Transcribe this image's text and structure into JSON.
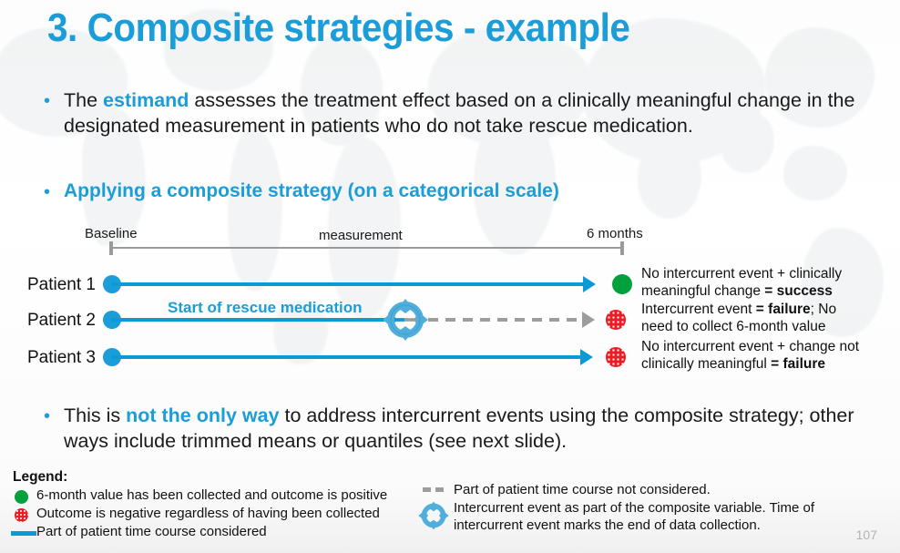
{
  "slide": {
    "title": "3. Composite strategies - example",
    "page_number": "107",
    "accent_color": "#1B9DD9",
    "line_color": "#0C9AD6",
    "success_color": "#00A03C",
    "failure_color": "#ED1C24",
    "dashed_color": "#9D9D9D"
  },
  "bullets": {
    "b1": {
      "pre": "The ",
      "highlight": "estimand",
      "post": " assesses the treatment effect based on a clinically meaningful change in the designated measurement in patients who do not take rescue medication."
    },
    "b2": {
      "text": "Applying a composite strategy (on a categorical scale)"
    },
    "b3": {
      "pre": "This is ",
      "highlight": "not the only way",
      "post": " to address intercurrent events using the composite strategy; other ways include trimmed means or quantiles (see next slide)."
    }
  },
  "diagram": {
    "axis": {
      "left_label": "Baseline",
      "center_label": "measurement",
      "right_label": "6 months"
    },
    "rescue_label": "Start of rescue medication",
    "rows": [
      {
        "patient": "Patient 1",
        "line_style": "solid",
        "outcome": "green",
        "outcome_icon": "green-circle-icon",
        "text_line1_pre": "No intercurrent event + clinically",
        "text_line2_pre": "meaningful change ",
        "text_line2_bold": "= success",
        "text_line2_post": ""
      },
      {
        "patient": "Patient 2",
        "line_style": "solid-then-dashed",
        "outcome": "red",
        "outcome_icon": "red-dotted-circle-icon",
        "text_line1_pre": "Intercurrent event ",
        "text_line1_bold": "= failure",
        "text_line1_post": "; No",
        "text_line2_pre": "need to collect 6-month value",
        "text_line2_bold": "",
        "text_line2_post": ""
      },
      {
        "patient": "Patient 3",
        "line_style": "solid",
        "outcome": "red",
        "outcome_icon": "red-dotted-circle-icon",
        "text_line1_pre": "No intercurrent event + change not",
        "text_line2_pre": "clinically meaningful ",
        "text_line2_bold": "= failure",
        "text_line2_post": ""
      }
    ]
  },
  "legend": {
    "title": "Legend:",
    "left_items": [
      {
        "icon": "green-circle-icon",
        "text": "6-month value has been collected and outcome is positive"
      },
      {
        "icon": "red-dotted-circle-icon",
        "text": "Outcome is negative regardless of having been collected"
      },
      {
        "icon": "blue-line-icon",
        "text": "Part of patient time course considered"
      }
    ],
    "right_items": [
      {
        "icon": "gray-dashed-line-icon",
        "text_line1": "Part of patient time course not considered.",
        "text_line2": "",
        "text_line3": ""
      },
      {
        "icon": "life-ring-icon",
        "text_line1": "Intercurrent event as part of the composite variable. Time of",
        "text_line2": "intercurrent event marks the end of data collection.",
        "text_line3": ""
      }
    ]
  }
}
